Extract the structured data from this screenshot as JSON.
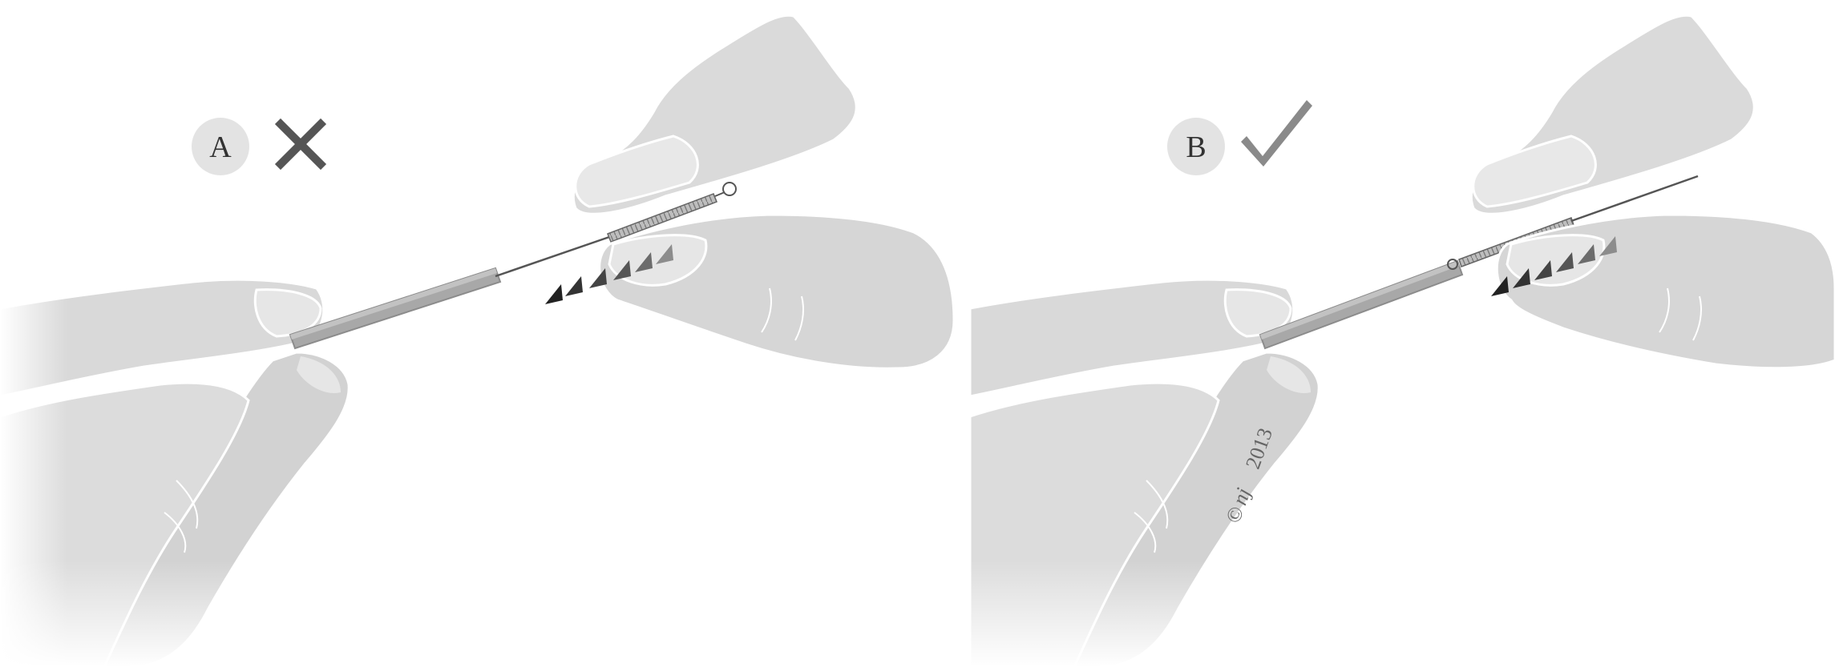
{
  "panels": [
    {
      "id": "A",
      "label": "A",
      "status": "incorrect",
      "status_icon": "cross-icon"
    },
    {
      "id": "B",
      "label": "B",
      "status": "correct",
      "status_icon": "check-icon"
    }
  ],
  "copyright": {
    "symbol": "©",
    "signature": "nj",
    "year": "2013"
  },
  "colors": {
    "hand_fill": "#d9d9d9",
    "hand_shade": "#c4c4c4",
    "hand_outline": "#ffffff",
    "badge_fill": "#e3e3e3",
    "cross": "#555555",
    "check": "#8a8a8a",
    "arrow_dark": "#222222",
    "arrow_light": "#8c8c8c",
    "needle": "#555555",
    "tube": "#a8a8a8"
  }
}
